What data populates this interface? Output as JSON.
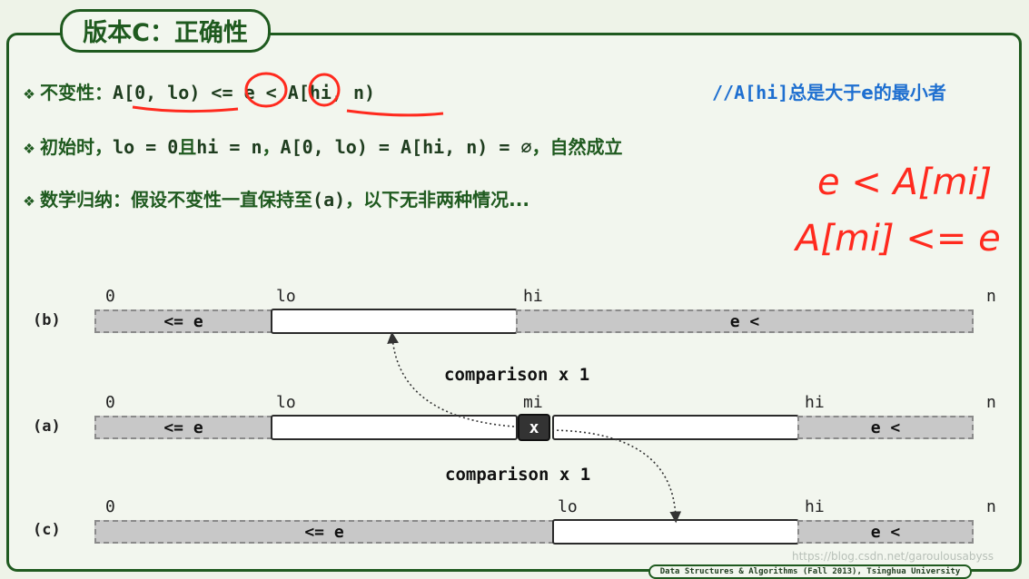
{
  "title": "版本C：正确性",
  "bullets": {
    "b1_label": "不变性：",
    "b1_expr_a": "A[0, lo)",
    "b1_op1": "<=",
    "b1_e": "e",
    "b1_op2": "<",
    "b1_expr_b": "A[hi, n)",
    "b2_label": "初始时，",
    "b2_expr1": "lo = 0",
    "b2_cn1": "且",
    "b2_expr2": "hi = n",
    "b2_sep": "，",
    "b2_expr3": "A[0, lo) = A[hi, n) = ∅",
    "b2_cn2": "，自然成立",
    "b3_label": "数学归纳：假设不变性一直保持至",
    "b3_expr": "(a)",
    "b3_cn": "，以下无非两种情况..."
  },
  "comment": {
    "code": "//A[hi]",
    "cn": "总是大于e的最小者"
  },
  "handwriting": {
    "line1": "e < A[mi]",
    "line2": "A[mi] <= e"
  },
  "rows": {
    "b": {
      "label": "(b)",
      "tick_0": "0",
      "tick_lo": "lo",
      "tick_hi": "hi",
      "tick_n": "n",
      "left": "<= e",
      "right": "e <"
    },
    "a": {
      "label": "(a)",
      "tick_0": "0",
      "tick_lo": "lo",
      "tick_mi": "mi",
      "tick_hi": "hi",
      "tick_n": "n",
      "left": "<= e",
      "mid": "x",
      "right": "e <"
    },
    "c": {
      "label": "(c)",
      "tick_0": "0",
      "tick_lo": "lo",
      "tick_hi": "hi",
      "tick_n": "n",
      "left": "<= e",
      "right": "e <"
    }
  },
  "comparisons": {
    "upper": "comparison x 1",
    "lower": "comparison x 1"
  },
  "footer": "Data Structures & Algorithms (Fall 2013), Tsinghua University",
  "watermark": "https://blog.csdn.net/garoulousabyss",
  "colors": {
    "frame": "#1f5a1f",
    "comment": "#1e6fd0",
    "handwriting": "#ff2a1e"
  }
}
